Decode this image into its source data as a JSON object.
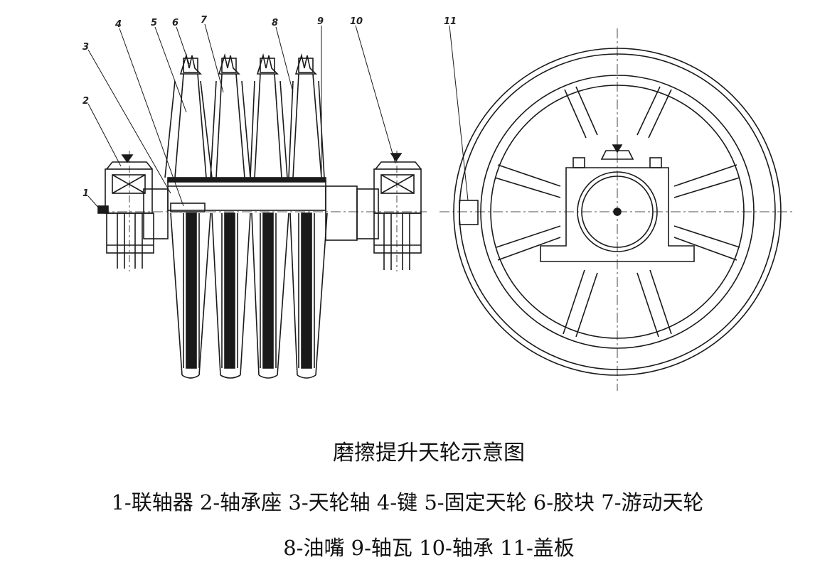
{
  "title": "磨擦提升天轮示意图",
  "legend_line1": "1-联轴器 2-轴承座 3-天轮轴 4-键 5-固定天轮 6-胶块 7-游动天轮",
  "legend_line2": "8-油嘴 9-轴瓦 10-轴承 11-盖板",
  "callouts": [
    "1",
    "2",
    "3",
    "4",
    "5",
    "6",
    "7",
    "8",
    "9",
    "10",
    "11"
  ]
}
